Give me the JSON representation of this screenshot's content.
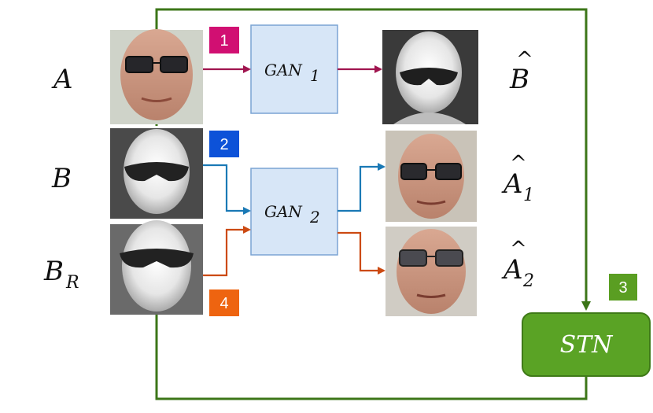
{
  "labels": {
    "A": "A",
    "B": "B",
    "B_R_main": "B",
    "B_R_sub": "R",
    "B_hat": "B",
    "A1_main": "A",
    "A1_sub": "1",
    "A2_main": "A",
    "A2_sub": "2",
    "hat": "^"
  },
  "gan1": {
    "main": "GAN",
    "sub": "1"
  },
  "gan2": {
    "main": "GAN",
    "sub": "2"
  },
  "stn": {
    "label": "STN"
  },
  "steps": {
    "s1": "1",
    "s2": "2",
    "s3": "3",
    "s4": "4"
  },
  "colors": {
    "step1": "#d10f72",
    "step2": "#0d52d8",
    "step3": "#5a9e22",
    "step4": "#ee6410",
    "path_A": "#a0154f",
    "path_B": "#1a79b5",
    "path_BR": "#cc4a12",
    "loop": "#3c7618",
    "gan_fill": "#d7e6f7",
    "gan_stroke": "#7aa4d4",
    "stn_fill": "#5aa325",
    "stn_stroke": "#3f7a18"
  },
  "images": {
    "input_A": "rgb-face-with-glasses",
    "output_B_hat": "thermal-face-generated",
    "input_B": "thermal-face-with-glasses",
    "output_A1": "rgb-face-generated",
    "input_BR": "thermal-face-reference",
    "output_A2": "rgb-face-generated"
  }
}
